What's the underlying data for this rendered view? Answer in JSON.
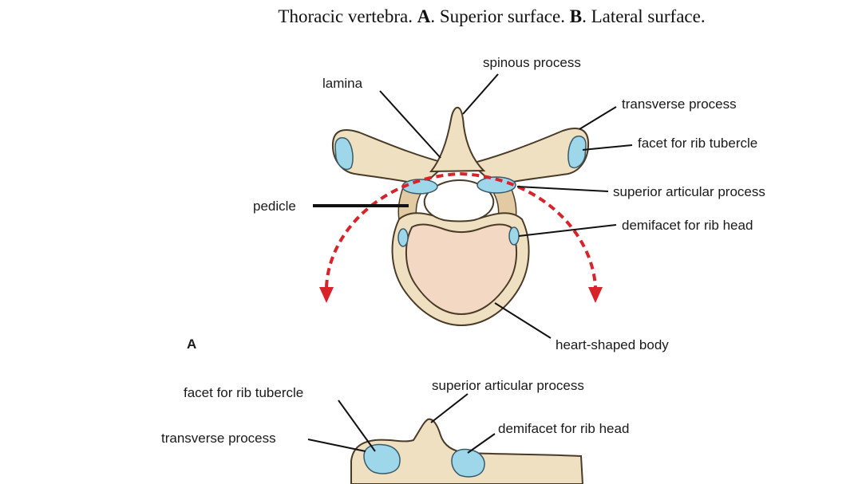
{
  "caption": {
    "title": "Thoracic vertebra.",
    "a_letter": "A",
    "a_text": ". Superior surface.",
    "b_letter": "B",
    "b_text": ". Lateral surface."
  },
  "figure_a": {
    "panel_label": "A",
    "labels": {
      "spinous_process": "spinous process",
      "lamina": "lamina",
      "transverse_process": "transverse process",
      "facet_rib_tubercle": "facet for rib tubercle",
      "superior_articular_process": "superior articular process",
      "pedicle": "pedicle",
      "demifacet_rib_head": "demifacet for rib head",
      "heart_shaped_body": "heart-shaped body"
    },
    "colors": {
      "facet": "#9fd7ea",
      "arrow": "#d8232a",
      "bone": "#efe0c2",
      "body": "#f3d9c4"
    }
  },
  "figure_b": {
    "labels": {
      "facet_rib_tubercle": "facet for rib tubercle",
      "superior_articular_process": "superior articular process",
      "transverse_process": "transverse process",
      "demifacet_rib_head": "demifacet for rib head"
    }
  }
}
